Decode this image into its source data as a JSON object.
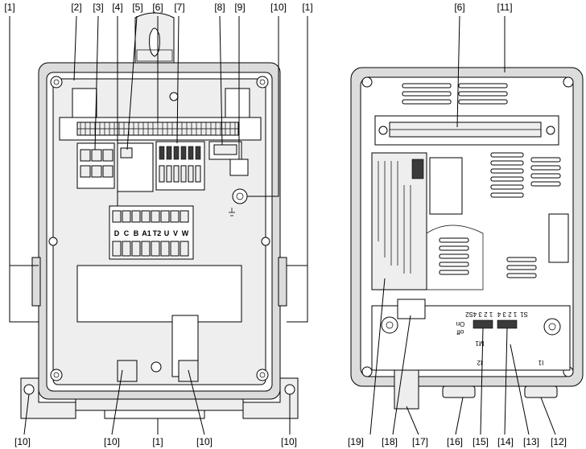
{
  "figure": {
    "left_view": {
      "top_callouts": [
        "[1]",
        "[2]",
        "[3]",
        "[4]",
        "[5]",
        "[6]",
        "[7]",
        "[8]",
        "[9]",
        "[10]",
        "[1]"
      ],
      "bottom_callouts": [
        "[10]",
        "[10]",
        "[1]",
        "[10]",
        "[10]"
      ],
      "terminal_labels": [
        "D",
        "C",
        "B",
        "A1",
        "T2",
        "U",
        "V",
        "W"
      ]
    },
    "right_view": {
      "top_callouts": [
        "[6]",
        "[11]"
      ],
      "bottom_callouts": [
        "[19]",
        "[18]",
        "[17]",
        "[16]",
        "[15]",
        "[14]",
        "[13]",
        "[12]"
      ],
      "switch_labels": {
        "s2": "S2",
        "s2_numbers": "1 2 3 4",
        "s1": "S1",
        "s1_numbers": "1 2 3 4",
        "on": "On",
        "off": "off",
        "i1": "I1",
        "i2": "I2",
        "m1": "M1"
      }
    }
  }
}
